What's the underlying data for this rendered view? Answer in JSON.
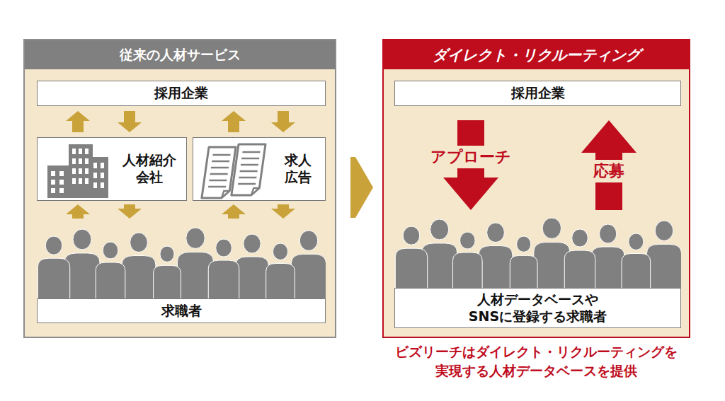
{
  "diagram": {
    "caption": "ビズリーチはダイレクト・リクルーティングを 実現する人材データベースを提供",
    "nodes": [
      {
        "text": [
          "従来の人材サービス"
        ]
      },
      {
        "text": [
          "採用企業"
        ],
        "in": 0
      },
      {
        "text": [
          "人材紹介 会社"
        ],
        "in": 0
      },
      {
        "text": [
          "求人 広告"
        ],
        "in": 0
      },
      {
        "text": [
          "求職者"
        ],
        "in": 0
      },
      {
        "text": [
          "ダイレクト・リクルーティング"
        ]
      },
      {
        "text": [
          "採用企業"
        ],
        "in": 5
      },
      {
        "text": [
          "人材データベースや SNSに登録する求職者"
        ],
        "in": 5
      }
    ],
    "edges": [
      {
        "from": 2,
        "to": 1,
        "arrow": "to"
      },
      {
        "from": 1,
        "to": 2,
        "arrow": "to"
      },
      {
        "from": 3,
        "to": 1,
        "arrow": "to"
      },
      {
        "from": 1,
        "to": 3,
        "arrow": "to"
      },
      {
        "from": 4,
        "to": 2,
        "arrow": "to"
      },
      {
        "from": 2,
        "to": 4,
        "arrow": "to"
      },
      {
        "from": 4,
        "to": 3,
        "arrow": "to"
      },
      {
        "from": 3,
        "to": 4,
        "arrow": "to"
      },
      {
        "from": 0,
        "to": 5,
        "arrow": "to"
      },
      {
        "from": 6,
        "to": 7,
        "label": "アプローチ",
        "arrow": "to"
      },
      {
        "from": 7,
        "to": 6,
        "label": "応募",
        "arrow": "to"
      }
    ]
  }
}
